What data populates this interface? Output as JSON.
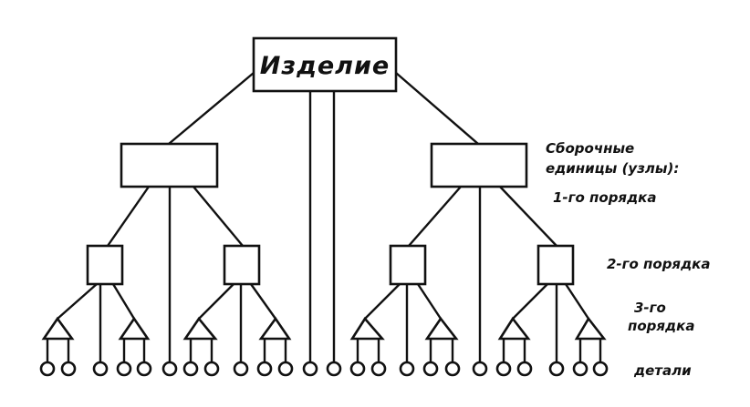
{
  "diagram": {
    "root_label": "Изделие",
    "labels": {
      "assembly_units_line1": "Сборочные",
      "assembly_units_line2": "единицы (узлы):",
      "order_1": "1-го порядка",
      "order_2": "2-го порядка",
      "order_3_line1": "3-го",
      "order_3_line2": "порядка",
      "parts": "детали"
    }
  }
}
